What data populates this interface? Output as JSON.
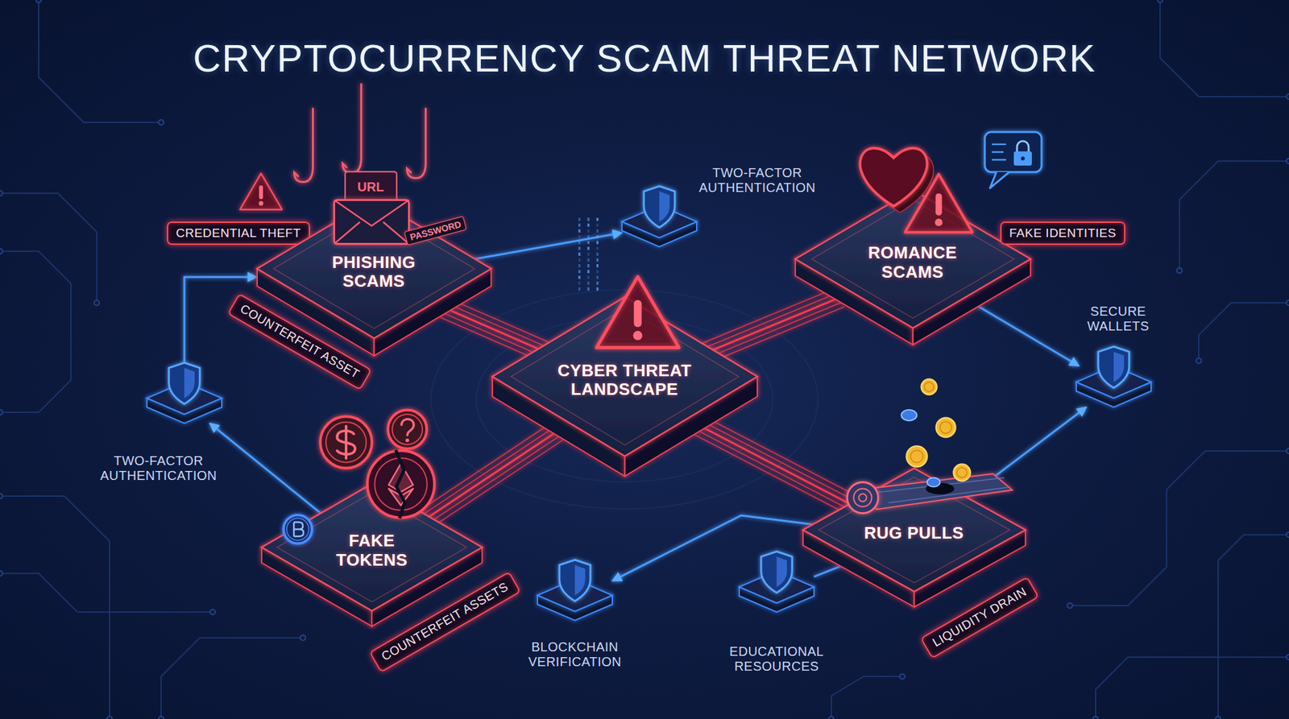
{
  "diagram": {
    "title": "CRYPTOCURRENCY SCAM THREAT NETWORK",
    "nodes": [
      {
        "text": [
          "CREDENTIAL THEFT"
        ]
      },
      {
        "text": [
          "PHISHING SCAMS"
        ]
      },
      {
        "text": [
          "TWO-FACTOR AUTHENTICATION"
        ]
      },
      {
        "text": [
          "ROMANCE SCAMS"
        ]
      },
      {
        "text": [
          "FAKE IDENTITIES"
        ]
      },
      {
        "text": [
          "COUNTERFEIT ASSET"
        ]
      },
      {
        "text": [
          "CYBER THREAT LANDSCAPE"
        ]
      },
      {
        "text": [
          "TWO-FACTOR AUTHENTICATION"
        ]
      },
      {
        "text": [
          "SECURE WALLETS"
        ]
      },
      {
        "text": [
          "FAKE TOKENS"
        ]
      },
      {
        "text": [
          "RUG PULLS"
        ]
      },
      {
        "text": [
          "COUNTERFEIT ASSETS"
        ]
      },
      {
        "text": [
          "BLOCKCHAIN VERIFICATION"
        ]
      },
      {
        "text": [
          "EDUCATIONAL RESOURCES"
        ]
      },
      {
        "text": [
          "LIQUIDITY DRAIN"
        ]
      }
    ],
    "edges": [
      {
        "from": 1,
        "to": 6,
        "arrow": "none"
      },
      {
        "from": 6,
        "to": 3,
        "arrow": "none"
      },
      {
        "from": 6,
        "to": 9,
        "arrow": "none"
      },
      {
        "from": 6,
        "to": 10,
        "arrow": "none"
      },
      {
        "from": 1,
        "to": 2,
        "arrow": "to"
      },
      {
        "from": 7,
        "to": 1,
        "arrow": "to"
      },
      {
        "from": 9,
        "to": 7,
        "arrow": "to"
      },
      {
        "from": 3,
        "to": 8,
        "arrow": "to"
      },
      {
        "from": 10,
        "to": 8,
        "arrow": "to"
      },
      {
        "from": 10,
        "to": 12,
        "arrow": "to"
      },
      {
        "from": 10,
        "to": 13,
        "arrow": "none"
      }
    ],
    "labels": [
      "URL",
      "PASSWORD"
    ]
  }
}
